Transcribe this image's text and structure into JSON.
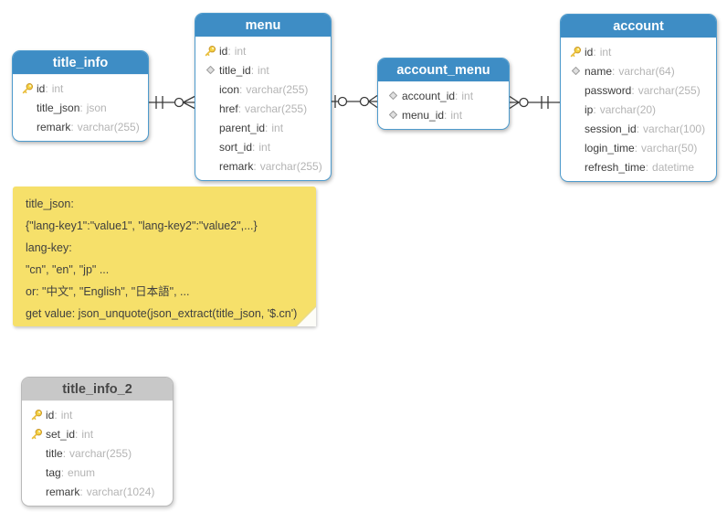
{
  "ui": {
    "colon": ":"
  },
  "colors": {
    "table_header_blue": "#3E8DC5",
    "table_border_blue": "#4E9BCD",
    "table_header_gray": "#C8C8C8",
    "note_yellow": "#F6E06A",
    "field_name_color": "#3C3C3C",
    "field_type_color": "#B4B4B4",
    "key_icon_gold": "#F5D243",
    "connector_color": "#3A3A3A"
  },
  "tables": [
    {
      "name": "title_info",
      "fields": [
        {
          "icon": "key",
          "name": "id",
          "type": "int"
        },
        {
          "icon": "none",
          "name": "title_json",
          "type": "json"
        },
        {
          "icon": "none",
          "name": "remark",
          "type": "varchar(255)"
        }
      ]
    },
    {
      "name": "menu",
      "fields": [
        {
          "icon": "key",
          "name": "id",
          "type": "int"
        },
        {
          "icon": "diamond",
          "name": "title_id",
          "type": "int"
        },
        {
          "icon": "none",
          "name": "icon",
          "type": "varchar(255)"
        },
        {
          "icon": "none",
          "name": "href",
          "type": "varchar(255)"
        },
        {
          "icon": "none",
          "name": "parent_id",
          "type": "int"
        },
        {
          "icon": "none",
          "name": "sort_id",
          "type": "int"
        },
        {
          "icon": "none",
          "name": "remark",
          "type": "varchar(255)"
        }
      ]
    },
    {
      "name": "account_menu",
      "fields": [
        {
          "icon": "diamond",
          "name": "account_id",
          "type": "int"
        },
        {
          "icon": "diamond",
          "name": "menu_id",
          "type": "int"
        }
      ]
    },
    {
      "name": "account",
      "fields": [
        {
          "icon": "key",
          "name": "id",
          "type": "int"
        },
        {
          "icon": "diamond",
          "name": "name",
          "type": "varchar(64)"
        },
        {
          "icon": "none",
          "name": "password",
          "type": "varchar(255)"
        },
        {
          "icon": "none",
          "name": "ip",
          "type": "varchar(20)"
        },
        {
          "icon": "none",
          "name": "session_id",
          "type": "varchar(100)"
        },
        {
          "icon": "none",
          "name": "login_time",
          "type": "varchar(50)"
        },
        {
          "icon": "none",
          "name": "refresh_time",
          "type": "datetime"
        }
      ]
    },
    {
      "name": "title_info_2",
      "fields": [
        {
          "icon": "key",
          "name": "id",
          "type": "int"
        },
        {
          "icon": "key",
          "name": "set_id",
          "type": "int"
        },
        {
          "icon": "none",
          "name": "title",
          "type": "varchar(255)"
        },
        {
          "icon": "none",
          "name": "tag",
          "type": "enum"
        },
        {
          "icon": "none",
          "name": "remark",
          "type": "varchar(1024)"
        }
      ]
    }
  ],
  "connectors": [
    {
      "from": "title_info",
      "to": "menu",
      "from_cardinality": "exactly-one",
      "to_cardinality": "zero-or-many"
    },
    {
      "from": "menu",
      "to": "account_menu",
      "from_cardinality": "zero-or-one",
      "to_cardinality": "zero-or-many"
    },
    {
      "from": "account_menu",
      "to": "account",
      "from_cardinality": "zero-or-many",
      "to_cardinality": "exactly-one"
    }
  ],
  "note": {
    "lines": [
      "title_json:",
      "{\"lang-key1\":\"value1\", \"lang-key2\":\"value2\",...}",
      "lang-key:",
      "\"cn\", \"en\", \"jp\" ...",
      "or: \"中文\", \"English\", \"日本語\", ...",
      "get value: json_unquote(json_extract(title_json, '$.cn')"
    ]
  }
}
